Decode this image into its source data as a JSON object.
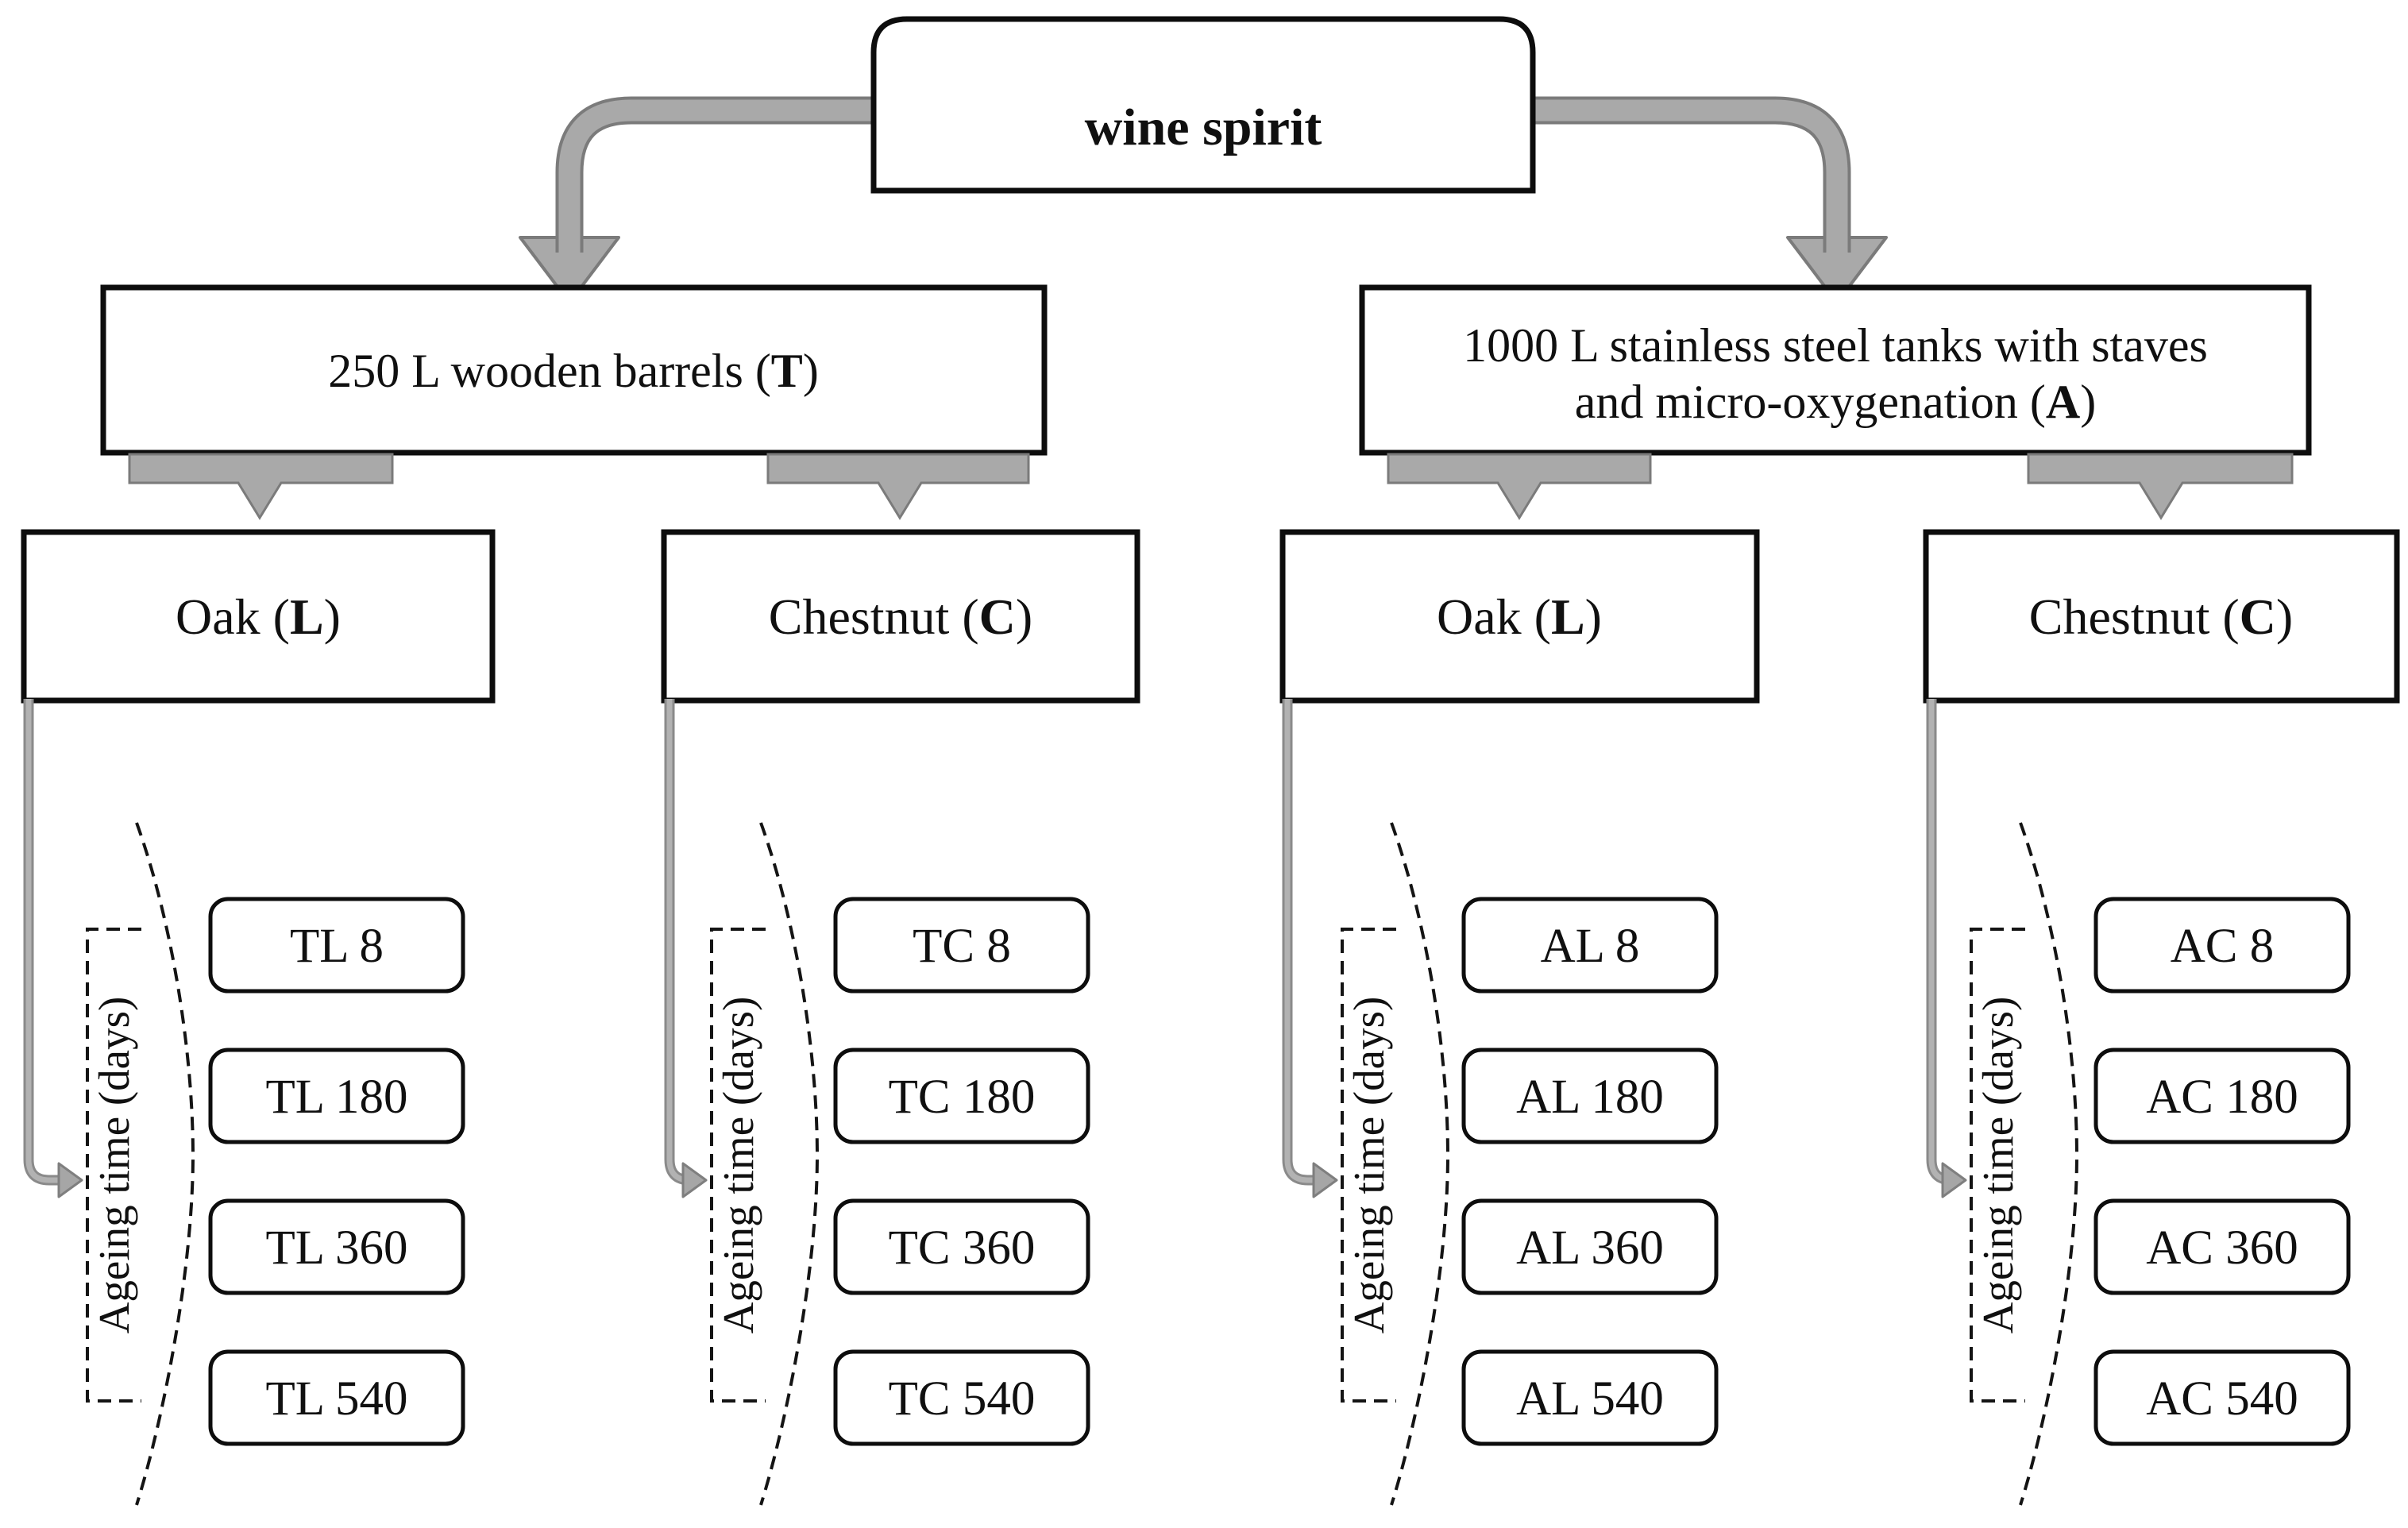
{
  "root": {
    "label": "wine spirit"
  },
  "branch_left": {
    "prefix": "250 L wooden barrels (",
    "code": "T",
    "suffix": ")"
  },
  "branch_right": {
    "line1": "1000 L stainless steel tanks with staves",
    "line2_prefix": "and micro-oxygenation (",
    "code": "A",
    "line2_suffix": ")"
  },
  "ageing_label": "Ageing time (days)",
  "groups": [
    {
      "wood_prefix": "Oak (",
      "wood_code": "L",
      "wood_suffix": ")",
      "samples": [
        "TL 8",
        "TL 180",
        "TL 360",
        "TL 540"
      ]
    },
    {
      "wood_prefix": "Chestnut (",
      "wood_code": "C",
      "wood_suffix": ")",
      "samples": [
        "TC 8",
        "TC 180",
        "TC 360",
        "TC 540"
      ]
    },
    {
      "wood_prefix": "Oak (",
      "wood_code": "L",
      "wood_suffix": ")",
      "samples": [
        "AL 8",
        "AL 180",
        "AL 360",
        "AL 540"
      ]
    },
    {
      "wood_prefix": "Chestnut (",
      "wood_code": "C",
      "wood_suffix": ")",
      "samples": [
        "AC 8",
        "AC 180",
        "AC 360",
        "AC 540"
      ]
    }
  ],
  "colors": {
    "box_border": "#0d0d0d",
    "thick_arrow_fill": "#a9a9a9",
    "thick_arrow_stroke": "#7b7b7b",
    "elbow_arrow_gray": "#8a8a8a",
    "dash_line": "#141414",
    "background": "#ffffff"
  }
}
